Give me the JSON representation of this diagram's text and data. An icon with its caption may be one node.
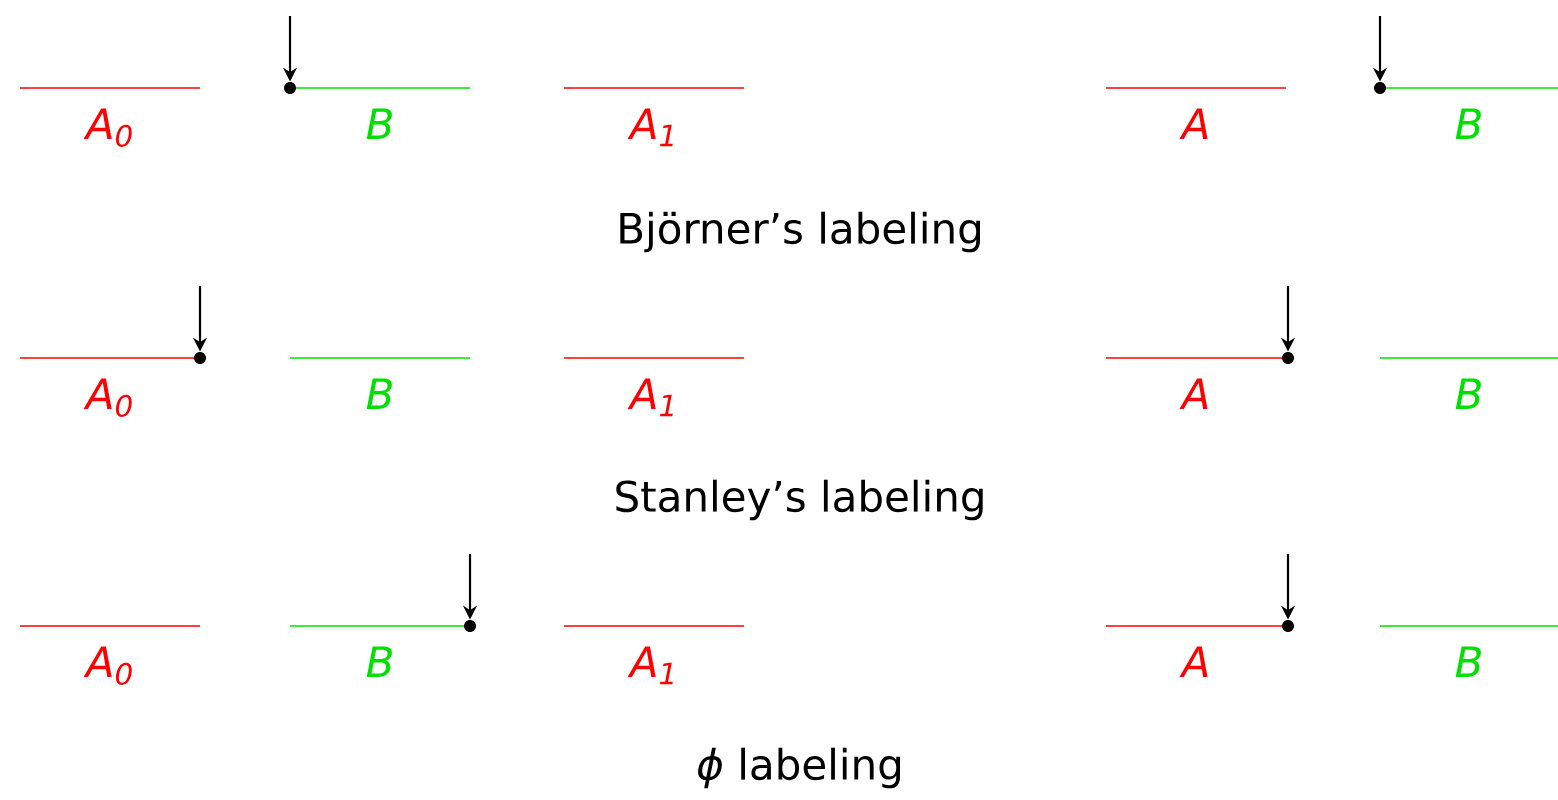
{
  "diagram": {
    "nodes": [
      {
        "text": [],
        "shape": "circle"
      },
      {
        "text": [],
        "shape": "circle"
      },
      {
        "text": [],
        "shape": "circle"
      },
      {
        "text": [],
        "shape": "circle"
      },
      {
        "text": [],
        "shape": "circle"
      },
      {
        "text": [],
        "shape": "circle"
      }
    ],
    "edges": [
      {
        "from": null,
        "to": 0,
        "arrow": "to"
      },
      {
        "from": null,
        "to": 1,
        "arrow": "to"
      },
      {
        "from": null,
        "to": 2,
        "arrow": "to"
      },
      {
        "from": null,
        "to": 3,
        "arrow": "to"
      },
      {
        "from": null,
        "to": 4,
        "arrow": "to"
      },
      {
        "from": null,
        "to": 5,
        "arrow": "to"
      }
    ],
    "labels": [
      "A$_{0}$",
      "B",
      "A$_{1}$",
      "A",
      "B",
      "Björner’s labeling",
      "A$_{0}$",
      "B",
      "A$_{1}$",
      "A",
      "B",
      "Stanley’s labeling",
      "A$_{0}$",
      "B",
      "A$_{1}$",
      "A",
      "B",
      "*ϕ* labeling"
    ]
  }
}
